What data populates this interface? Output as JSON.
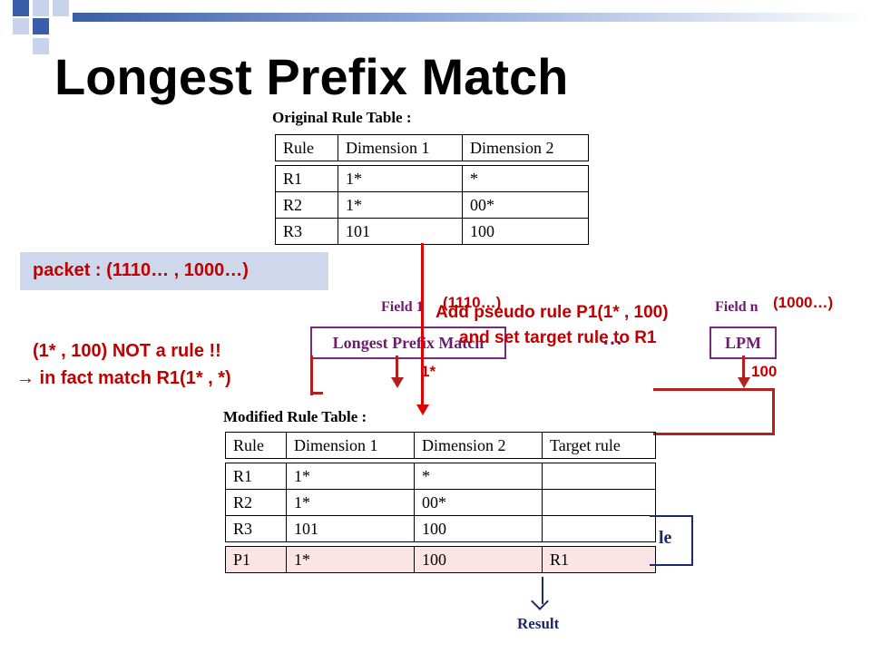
{
  "title": "Longest Prefix Match",
  "original_table": {
    "caption": "Original Rule Table :",
    "headers": [
      "Rule",
      "Dimension 1",
      "Dimension 2"
    ],
    "rows": [
      [
        "R1",
        "1*",
        "*"
      ],
      [
        "R2",
        "1*",
        "00*"
      ],
      [
        "R3",
        "101",
        "100"
      ]
    ]
  },
  "packet_label": "packet : (1110… , 1000…)",
  "field1": {
    "label": "Field 1",
    "box": "Longest Prefix Match",
    "input_value": "(1110…)",
    "output_value": "1*"
  },
  "fieldn": {
    "label": "Field n",
    "box": "LPM",
    "input_value": "(1000…)",
    "output_value": "100"
  },
  "ellipsis": "…",
  "annotation_pseudo": [
    "Add pseudo rule P1(1* , 100)",
    "and set target rule to R1"
  ],
  "annotation_not_rule": [
    "(1* , 100) NOT a rule !!",
    "→ in fact match R1(1* , *)"
  ],
  "modified_table": {
    "caption": "Modified Rule Table :",
    "headers": [
      "Rule",
      "Dimension 1",
      "Dimension 2",
      "Target rule"
    ],
    "rows": [
      [
        "R1",
        "1*",
        "*",
        ""
      ],
      [
        "R2",
        "1*",
        "00*",
        ""
      ],
      [
        "R3",
        "101",
        "100",
        ""
      ],
      [
        "P1",
        "1*",
        "100",
        "R1"
      ]
    ]
  },
  "partial_box_text": "le",
  "result_label": "Result"
}
